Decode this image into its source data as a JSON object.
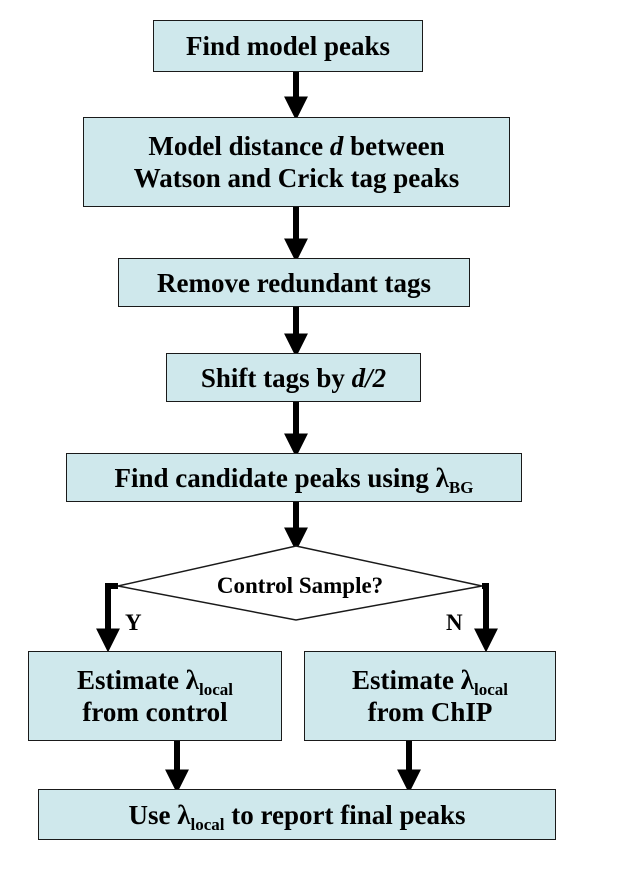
{
  "steps": {
    "find_model_peaks": "Find model peaks",
    "model_distance": {
      "line1_pre": "Model distance ",
      "line1_var": "d",
      "line1_post": " between",
      "line2": "Watson and Crick tag peaks"
    },
    "remove_redundant": "Remove redundant tags",
    "shift_tags": {
      "pre": "Shift tags by ",
      "var": "d/2"
    },
    "find_candidate": {
      "pre": "Find candidate peaks using ",
      "symbol": "λ",
      "subscript": "BG"
    },
    "decision": "Control Sample?",
    "branch_yes": "Y",
    "branch_no": "N",
    "estimate_control": {
      "pre": "Estimate ",
      "symbol": "λ",
      "subscript": "local",
      "line2": "from control"
    },
    "estimate_chip": {
      "pre": "Estimate ",
      "symbol": "λ",
      "subscript": "local",
      "line2": "from ChIP"
    },
    "final": {
      "pre": "Use ",
      "symbol": "λ",
      "subscript": "local",
      "post": " to report final peaks"
    }
  },
  "colors": {
    "box_fill": "#cfe8ec",
    "border": "#1a1a1a",
    "arrow": "#000000"
  }
}
